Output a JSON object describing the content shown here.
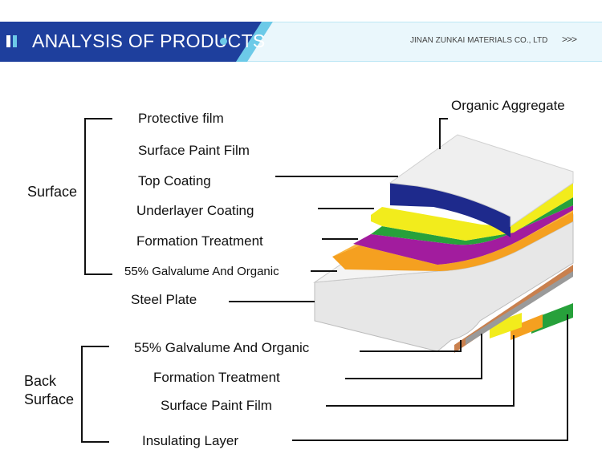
{
  "header": {
    "title": "ANALYSIS OF PRODUCTS",
    "company": "JINAN ZUNKAI MATERIALS CO., LTD",
    "more": ">>>"
  },
  "diagram": {
    "organic_aggregate": "Organic Aggregate",
    "surface_group": "Surface",
    "back_group_line1": "Back",
    "back_group_line2": "Surface",
    "surface_layers": [
      "Protective film",
      "Surface Paint Film",
      "Top Coating",
      "Underlayer Coating",
      "Formation Treatment",
      "55% Galvalume And Organic"
    ],
    "steel_plate": "Steel Plate",
    "back_layers": [
      "55% Galvalume And Organic",
      "Formation Treatment",
      "Surface Paint Film",
      "Insulating Layer"
    ]
  },
  "colors": {
    "header_blue": "#1e3f9d",
    "header_accent": "#6ccae8",
    "header_light": "#eaf7fc",
    "layer_white": "#eeeeee",
    "layer_navy": "#1e2a8c",
    "layer_yellow": "#f2ec1c",
    "layer_green": "#27a13b",
    "layer_magenta": "#a21c9e",
    "layer_orange": "#f5a020",
    "layer_copper": "#c9804e",
    "layer_steel": "#e7e7e7"
  }
}
